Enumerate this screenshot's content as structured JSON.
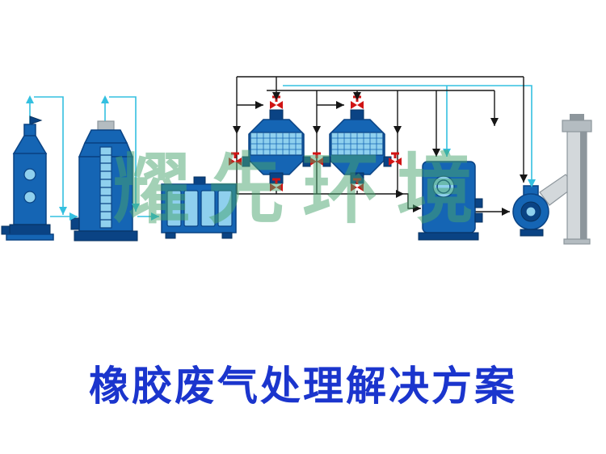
{
  "title": {
    "text": "橡胶废气处理解决方案"
  },
  "watermark": {
    "text": "耀先环境"
  },
  "theme": {
    "c-blue": "#1565b4",
    "c-blue-dark": "#0a4384",
    "c-light": "#8fd0ee",
    "c-cyan": "#34c0e0",
    "c-ink": "#161616",
    "c-red": "#d01414",
    "c-gray": "#d3d8db",
    "c-gray-mid": "#b4bcc1",
    "c-gray-dark": "#8d969c",
    "title-blue": "#1b35cd",
    "wm-green": "rgba(72,164,110,0.5)"
  },
  "diagram": {
    "type": "process-flow",
    "equipment": [
      {
        "name": "spray-tower"
      },
      {
        "name": "packed-scrubber-tower"
      },
      {
        "name": "uv-photolysis-box"
      },
      {
        "name": "adsorption-tank-1"
      },
      {
        "name": "adsorption-tank-2"
      },
      {
        "name": "settling-tank"
      },
      {
        "name": "centrifugal-fan"
      },
      {
        "name": "exhaust-chimney"
      }
    ]
  }
}
